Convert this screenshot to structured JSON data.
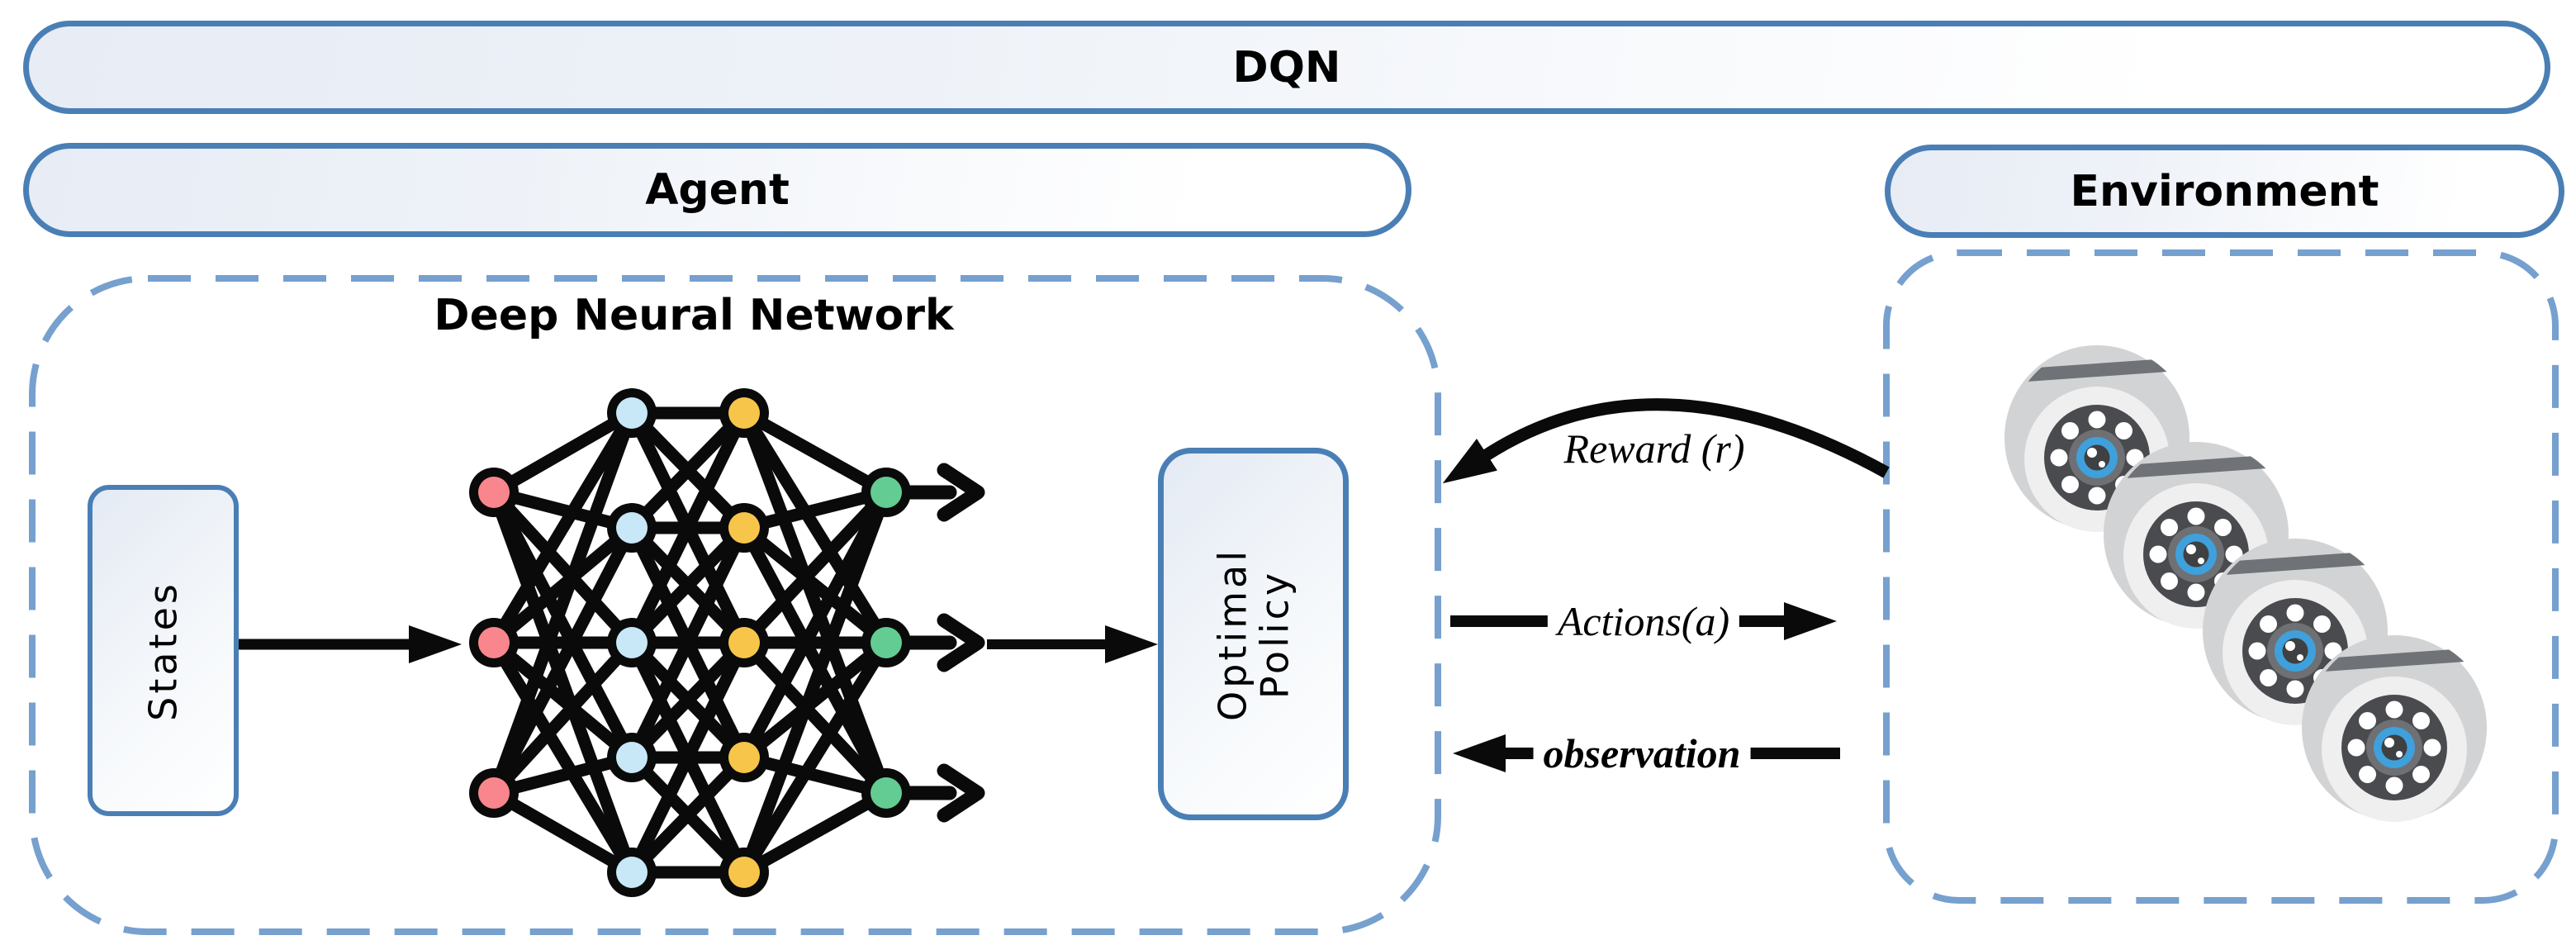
{
  "banners": {
    "dqn": "DQN",
    "agent": "Agent",
    "environment": "Environment"
  },
  "agent": {
    "dnn_title": "Deep Neural Network",
    "states_label": "States",
    "optimal_policy_label": "Optimal Policy"
  },
  "flows": {
    "reward_label": "Reward (r)",
    "actions_label": "Actions(a)",
    "observation_label": "observation"
  },
  "network": {
    "layer_sizes": [
      3,
      5,
      5,
      3
    ],
    "layer_colors": [
      "node_input",
      "node_hidden1",
      "node_hidden2",
      "node_output"
    ]
  },
  "environment": {
    "camera_icon": "dome-security-camera",
    "camera_count": 4
  },
  "colors": {
    "accent": "#4a7fb5",
    "dash": "#76a0ce",
    "ink": "#0a0a0a",
    "node_input": "#f9868c",
    "node_hidden1": "#c8e8f8",
    "node_hidden2": "#f7c54a",
    "node_output": "#63cc92",
    "camera_body": "#d2d3d5",
    "camera_stripe": "#6f7276",
    "camera_face": "#efefef",
    "camera_dark": "#4a4b4e",
    "camera_mid": "#6e7073",
    "camera_lens_blue": "#3fa0db",
    "camera_pupil": "#3e4042"
  }
}
